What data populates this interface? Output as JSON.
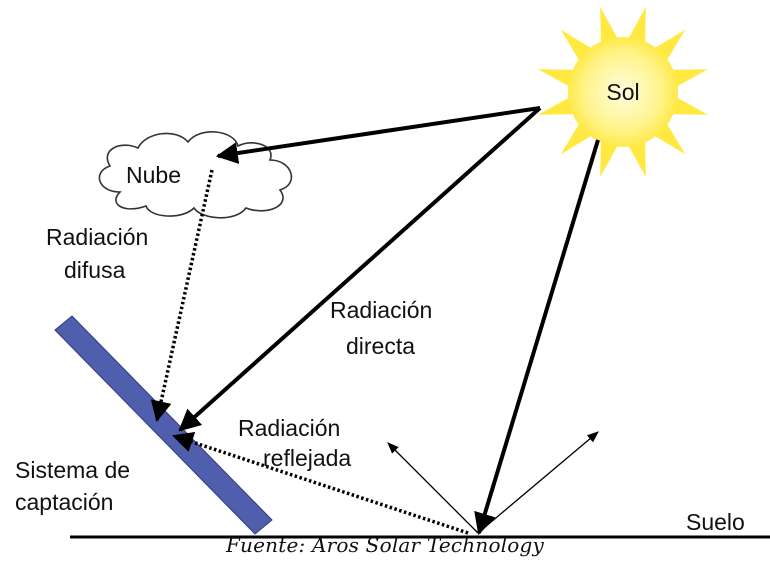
{
  "labels": {
    "sun": "Sol",
    "cloud": "Nube",
    "diffuse_line1": "Radiación",
    "diffuse_line2": "difusa",
    "direct_line1": "Radiación",
    "direct_line2": "directa",
    "reflected_line1": "Radiación",
    "reflected_line2": "reflejada",
    "collector_line1": "Sistema de",
    "collector_line2": "captación",
    "ground": "Suelo"
  },
  "caption": "Fuente: Aros Solar Technology",
  "colors": {
    "sun_core": "#fff7b0",
    "sun_rays": "#ffe940",
    "panel": "#4f5fae",
    "arrow": "#000000"
  },
  "icons": {
    "sun": "sun-icon",
    "cloud": "cloud-icon"
  }
}
